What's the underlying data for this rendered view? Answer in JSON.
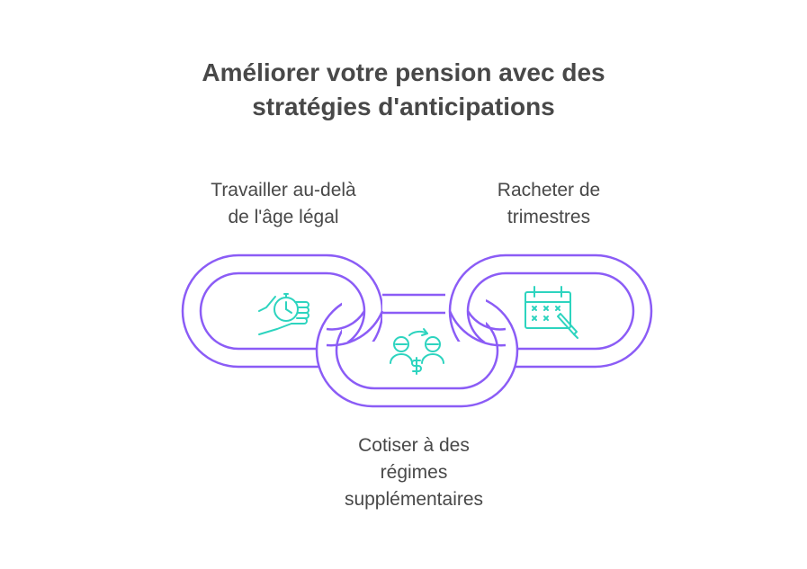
{
  "title": {
    "line1": "Améliorer votre pension avec des",
    "line2": "stratégies d'anticipations"
  },
  "colors": {
    "chain": "#8b5cf6",
    "icon": "#2dd4bf",
    "text": "#484848"
  },
  "links": [
    {
      "id": "work-longer",
      "label_lines": [
        "Travailler au-delà",
        "de l'âge légal"
      ],
      "icon": "hand-stopwatch-icon"
    },
    {
      "id": "supplementary-schemes",
      "label_lines": [
        "Cotiser à des",
        "régimes",
        "supplémentaires"
      ],
      "icon": "people-exchange-money-icon"
    },
    {
      "id": "buy-back-quarters",
      "label_lines": [
        "Racheter de",
        "trimestres"
      ],
      "icon": "calendar-pen-icon"
    }
  ]
}
